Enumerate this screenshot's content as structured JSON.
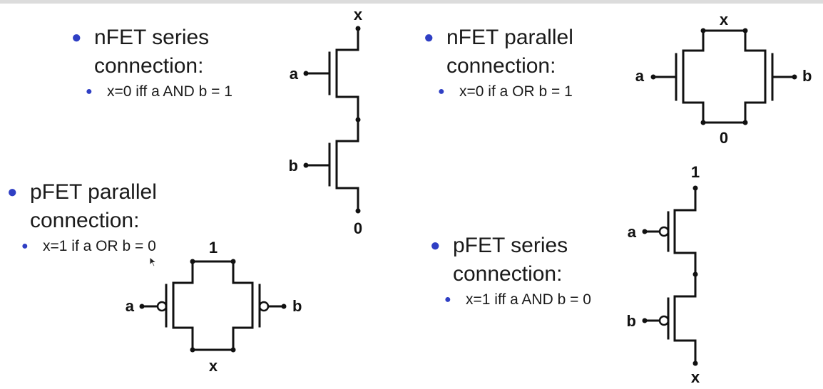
{
  "sections": [
    {
      "title_line1": "nFET series",
      "title_line2": "connection:",
      "detail": "x=0 iff a AND b = 1"
    },
    {
      "title_line1": "nFET parallel",
      "title_line2": "connection:",
      "detail": "x=0 if a OR b = 1"
    },
    {
      "title_line1": "pFET parallel",
      "title_line2": "connection:",
      "detail": "x=1 if a OR b = 0"
    },
    {
      "title_line1": "pFET series",
      "title_line2": "connection:",
      "detail": "x=1 iff a AND b = 0"
    }
  ],
  "circuits": {
    "nfet_series": {
      "top": "x",
      "gate_top": "a",
      "gate_bottom": "b",
      "bottom": "0"
    },
    "nfet_parallel": {
      "top": "x",
      "gate_left": "a",
      "gate_right": "b",
      "bottom": "0"
    },
    "pfet_parallel": {
      "top": "1",
      "gate_left": "a",
      "gate_right": "b",
      "bottom": "x"
    },
    "pfet_series": {
      "top": "1",
      "gate_top": "a",
      "gate_bottom": "b",
      "bottom": "x"
    }
  },
  "colors": {
    "bullet": "#2f3fc4",
    "wire": "#111111"
  }
}
